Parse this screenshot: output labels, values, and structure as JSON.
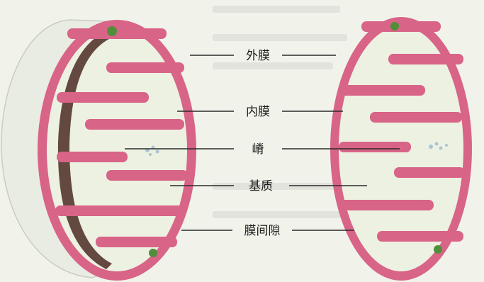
{
  "labels": {
    "outer_membrane": "外膜",
    "inner_membrane": "内膜",
    "crista": "嵴",
    "matrix": "基质",
    "intermembrane_space": "膜间隙"
  },
  "colors": {
    "membrane": "#d86487",
    "matrix": "#edf1e2",
    "outer_shell": "#e9ece2",
    "dark_edge": "#4a2c22",
    "granule": "#4f8f3a",
    "background": "#f1f3ea",
    "leader": "#2a2a2a"
  },
  "icons": {
    "left": "mitochondrion-3d-cutaway",
    "right": "mitochondrion-cross-section"
  }
}
